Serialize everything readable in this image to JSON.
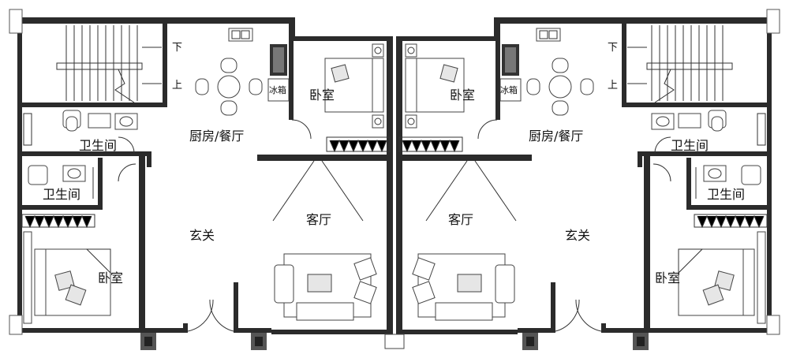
{
  "labels": {
    "stair_down": "下",
    "stair_up": "上",
    "fridge": "冰箱",
    "bedroom": "卧室",
    "kitchen_dining": "厨房/餐厅",
    "bathroom": "卫生间",
    "foyer": "玄关",
    "living_room": "客厅"
  }
}
